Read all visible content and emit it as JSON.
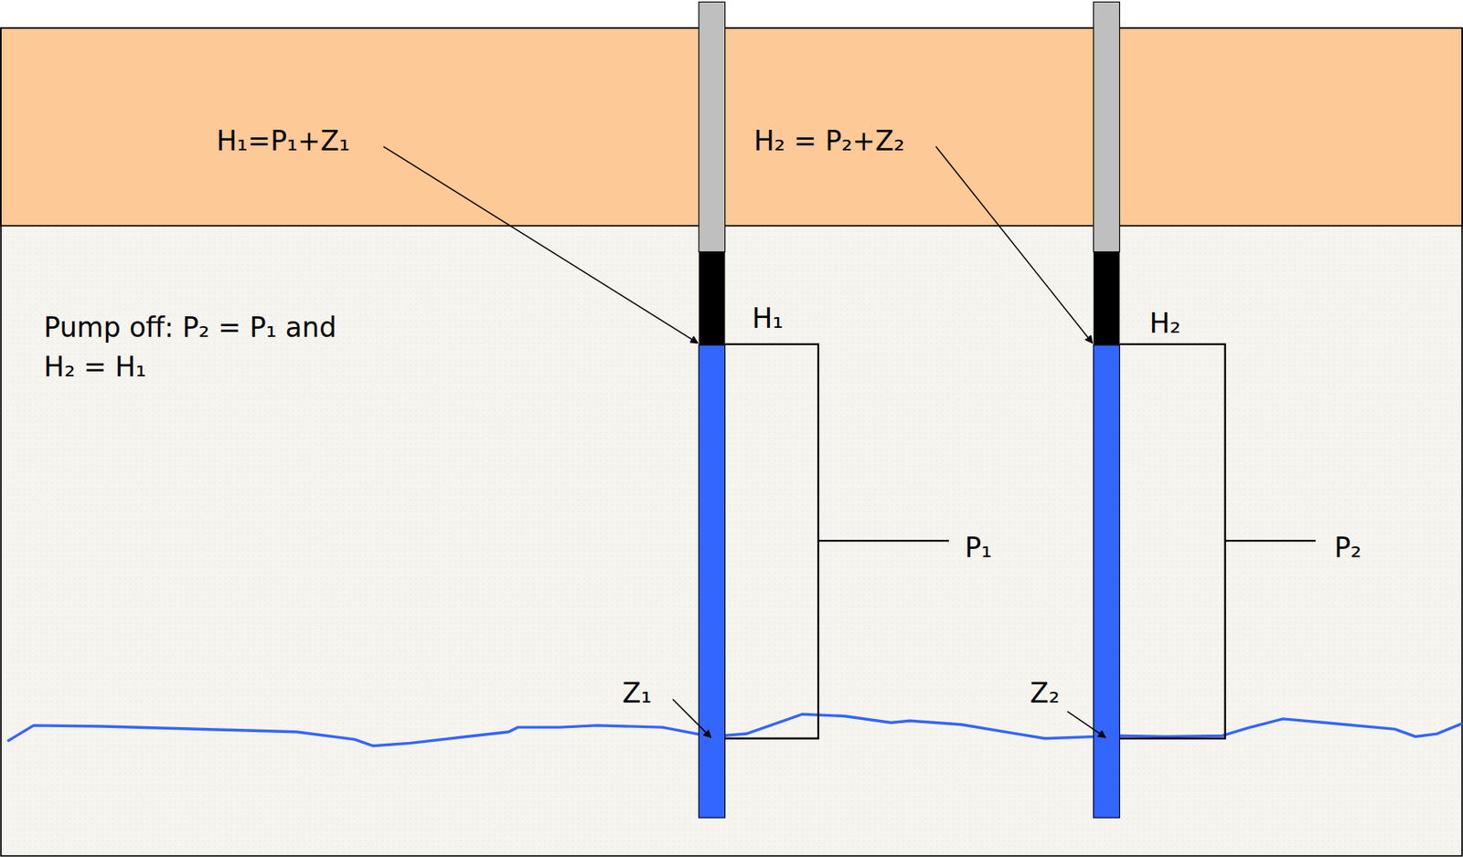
{
  "diagram": {
    "labels": [
      "H₁=P₁+Z₁",
      "H₂ = P₂+Z₂",
      "Pump off: P₂ = P₁ and H₂ = H₁",
      "H₁",
      "H₂",
      "P₁",
      "P₂",
      "Z₁",
      "Z₂"
    ]
  }
}
